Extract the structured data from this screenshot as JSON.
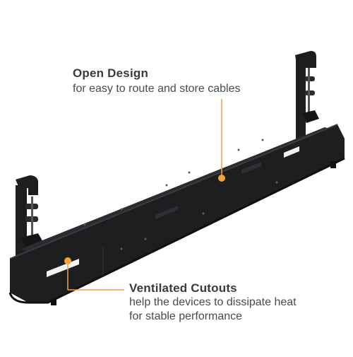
{
  "features": [
    {
      "title": "Open Design",
      "description": "for easy to route and store cables"
    },
    {
      "title": "Ventilated Cutouts",
      "description_lines": [
        "help the devices to dissipate heat",
        "for stable performance"
      ]
    }
  ],
  "colors": {
    "accent": "#f0a23c",
    "tray": "#1d1e20",
    "tray_edge": "#3b3c3f",
    "text_title": "#3a3a3a",
    "text_body": "#4a4a4a"
  }
}
